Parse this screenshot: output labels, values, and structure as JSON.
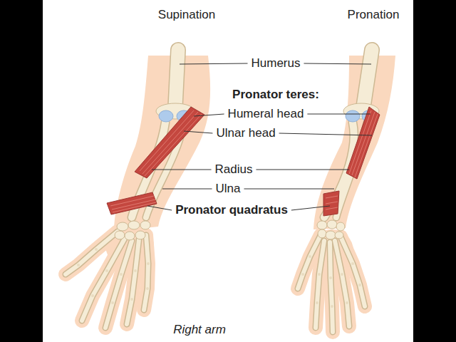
{
  "diagram": {
    "caption": "Right arm",
    "labels": [
      "Supination",
      "Pronation",
      "Humerus",
      "Pronator teres:",
      "Humeral head",
      "Ulnar head",
      "Radius",
      "Ulna",
      "Pronator quadratus"
    ]
  }
}
